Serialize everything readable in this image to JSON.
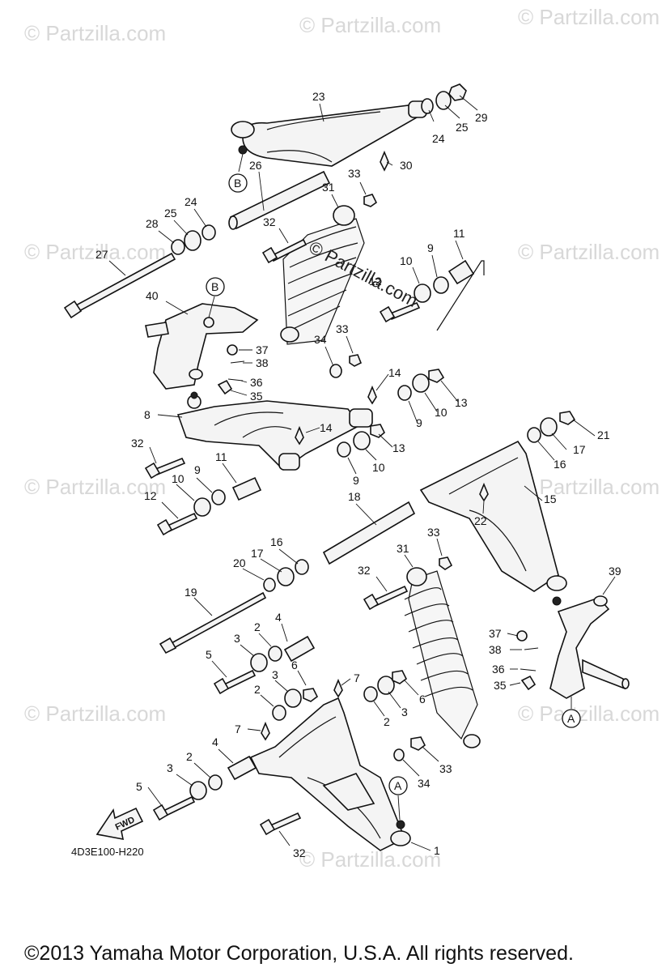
{
  "diagram": {
    "watermark_text": "© Partzilla.com",
    "center_watermark": "© Partzilla.com",
    "code": "4D3E100-H220",
    "copyright": "©2013 Yamaha Motor Corporation, U.S.A. All rights reserved.",
    "fwd_label": "FWD",
    "callouts": {
      "B_top": "B",
      "B_knuckle": "B",
      "A_lower": "A",
      "A_knuckle": "A"
    },
    "part_numbers": [
      "23",
      "24",
      "25",
      "29",
      "30",
      "26",
      "33",
      "31",
      "32",
      "24",
      "25",
      "28",
      "27",
      "11",
      "9",
      "10",
      "12",
      "40",
      "37",
      "38",
      "36",
      "35",
      "34",
      "33",
      "14",
      "13",
      "10",
      "9",
      "8",
      "14",
      "13",
      "10",
      "9",
      "32",
      "11",
      "9",
      "10",
      "12",
      "21",
      "17",
      "16",
      "15",
      "22",
      "18",
      "16",
      "17",
      "20",
      "33",
      "31",
      "19",
      "32",
      "39",
      "4",
      "2",
      "3",
      "5",
      "6",
      "3",
      "2",
      "7",
      "6",
      "3",
      "2",
      "37",
      "38",
      "36",
      "35",
      "7",
      "4",
      "2",
      "3",
      "5",
      "33",
      "34",
      "32",
      "1"
    ]
  }
}
